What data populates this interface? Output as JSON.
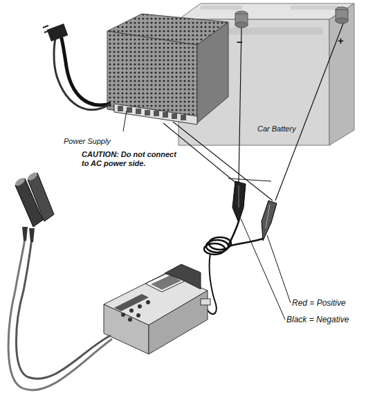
{
  "diagram": {
    "nodes": [
      {
        "text": [
          "Power Supply"
        ]
      },
      {
        "text": [
          "Car Battery"
        ]
      }
    ],
    "labels": [
      "−",
      "+",
      "CAUTION: Do not connect to AC power side.",
      "Red = Positive",
      "Black = Negative"
    ]
  }
}
